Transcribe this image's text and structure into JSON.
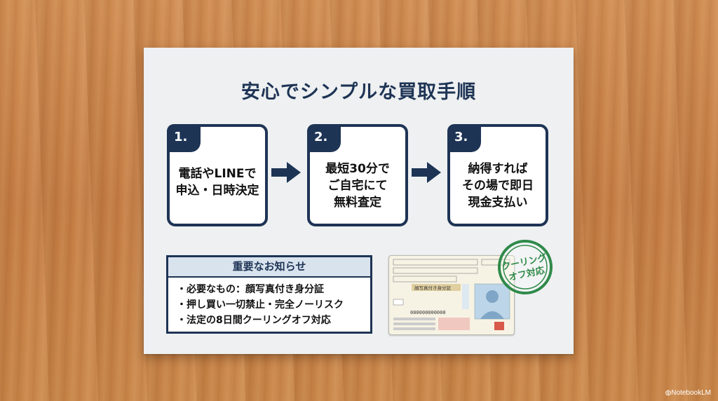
{
  "title": "安心でシンプルな買取手順",
  "steps": [
    {
      "num": "1.",
      "line1": "電話やLINEで",
      "line2": "申込・日時決定",
      "line3": ""
    },
    {
      "num": "2.",
      "line1": "最短30分で",
      "line2": "ご自宅にて",
      "line3": "無料査定"
    },
    {
      "num": "3.",
      "line1": "納得すれば",
      "line2": "その場で即日",
      "line3": "現金支払い"
    }
  ],
  "notice": {
    "heading": "重要なお知らせ",
    "items": [
      "・必要なもの：顔写真付き身分証",
      "・押し買い一切禁止・完全ノーリスク",
      "・法定の8日間クーリングオフ対応"
    ]
  },
  "stamp": {
    "line1": "クーリング",
    "line2": "オフ対応"
  },
  "id_card": {
    "label": "顔写真付き身分証",
    "number": "000000000000"
  },
  "brand": "NotebookLM",
  "colors": {
    "navy": "#1e3455",
    "stamp_green": "#2f8a4a"
  }
}
